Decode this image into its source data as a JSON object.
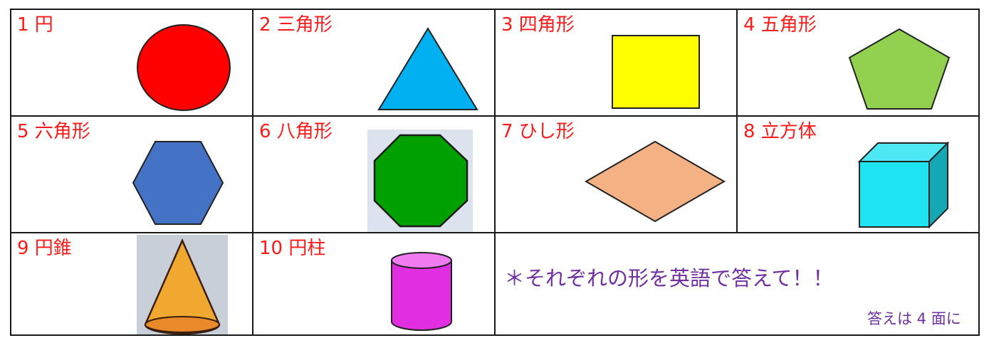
{
  "colors": {
    "label_red": "#ff1a1a",
    "note_purple": "#7030a0",
    "circle": "#ff0000",
    "triangle": "#00b0f0",
    "square": "#ffff00",
    "pentagon": "#92d050",
    "hexagon": "#4472c4",
    "octagon": "#00a000",
    "rhombus": "#f4b183",
    "cube_front": "#1ee3f0",
    "cone": "#f0a830",
    "cylinder": "#e02ee0"
  },
  "cells": [
    {
      "label": "1 円",
      "shape": "circle"
    },
    {
      "label": "2 三角形",
      "shape": "triangle"
    },
    {
      "label": "3 四角形",
      "shape": "square"
    },
    {
      "label": "4 五角形",
      "shape": "pentagon"
    },
    {
      "label": "5 六角形",
      "shape": "hexagon"
    },
    {
      "label": "6 八角形",
      "shape": "octagon"
    },
    {
      "label": "7 ひし形",
      "shape": "rhombus"
    },
    {
      "label": "8 立方体",
      "shape": "cube"
    },
    {
      "label": "9 円錐",
      "shape": "cone"
    },
    {
      "label": "10 円柱",
      "shape": "cylinder"
    }
  ],
  "instruction": "＊それぞれの形を英語で答えて！！",
  "answer_note": "答えは 4 面に"
}
